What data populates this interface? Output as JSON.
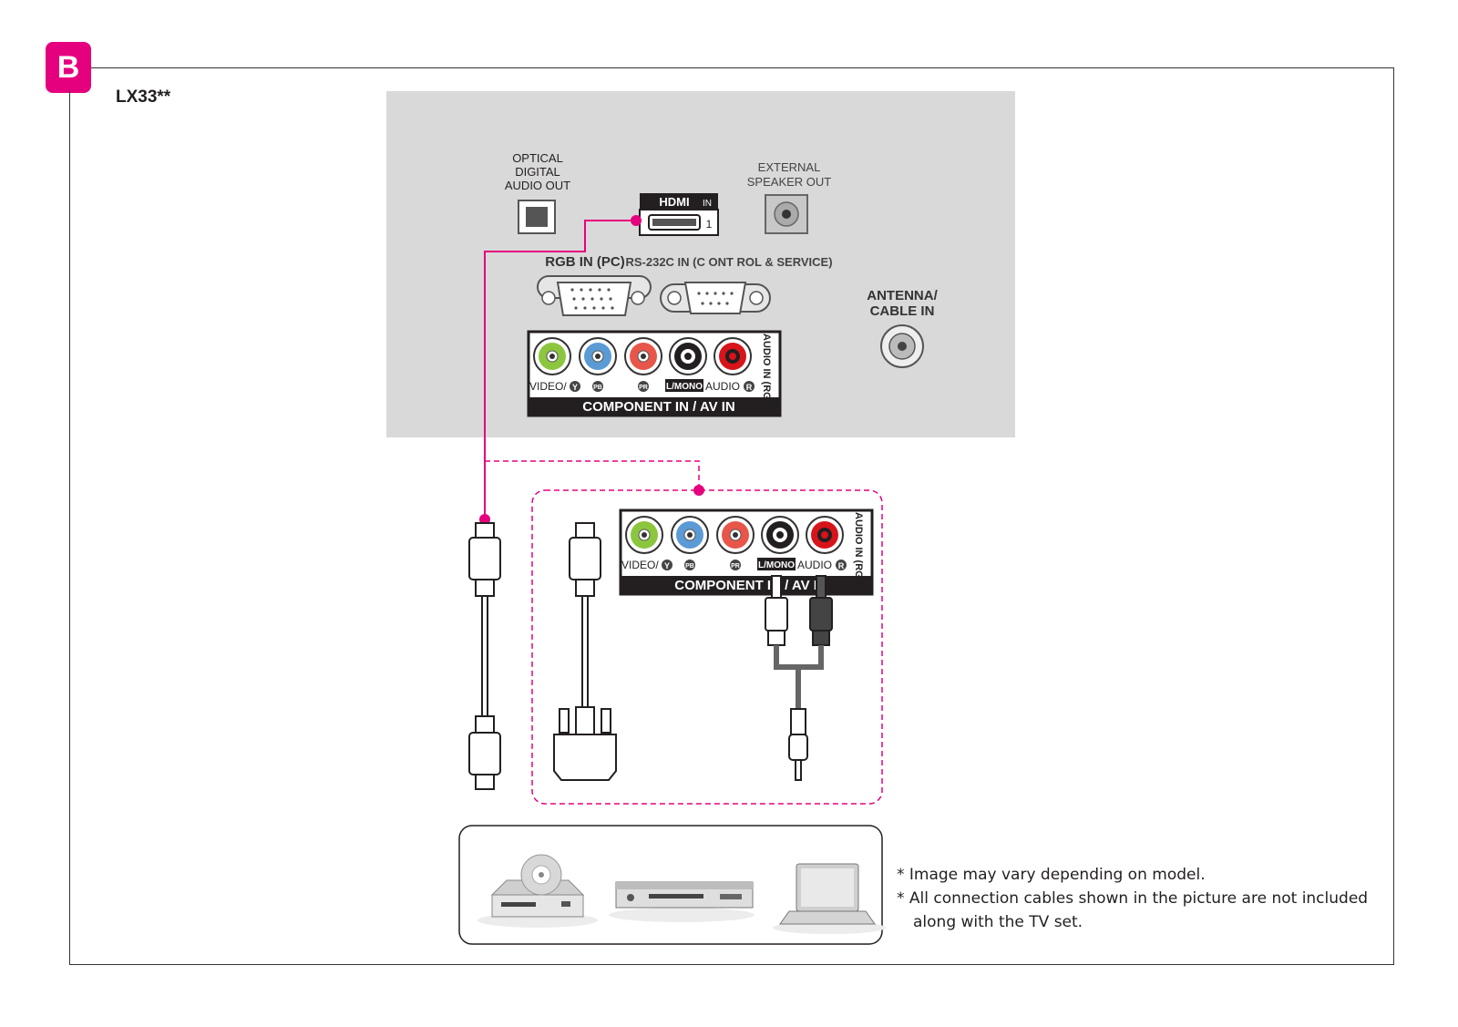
{
  "badge": "B",
  "model": "LX33**",
  "panel": {
    "optical_label": [
      "OPTICAL",
      "DIGITAL",
      "AUDIO OUT"
    ],
    "hdmi_logo": "HDMI",
    "hdmi_in": "IN",
    "hdmi_port_number": "1",
    "speaker_label": [
      "EXTERNAL",
      "SPEAKER OUT"
    ],
    "rgb_label": "RGB IN (PC)",
    "rs232_label": "RS-232C IN (C ONT ROL & SERVICE)",
    "antenna_label": [
      "ANTENNA/",
      "CABLE IN"
    ],
    "component_video": "VIDEO/",
    "component_y": "Y",
    "component_pb": "PB",
    "component_pr": "PR",
    "component_lmono": "L/MONO",
    "component_audio": "AUDIO",
    "component_r": "R",
    "component_audio_rgb": "AUDIO IN (RGB)",
    "component_bar": "COMPONENT IN / AV IN"
  },
  "detail": {
    "component_video": "VIDEO/",
    "component_y": "Y",
    "component_pb": "PB",
    "component_pr": "PR",
    "component_lmono": "L/MONO",
    "component_audio": "AUDIO",
    "component_r": "R",
    "component_audio_rgb": "AUDIO IN (RGB)",
    "component_bar": "COMPONENT IN / AV IN"
  },
  "notes": [
    "* Image may vary depending on model.",
    "* All connection cables shown in the picture are not included",
    "along with the TV set."
  ],
  "colors": {
    "accent": "#e5007e",
    "panel_bg": "#d9d9d9",
    "jack_green": "#8cc63f",
    "jack_blue": "#5b9bd5",
    "jack_red_light": "#e8564a",
    "jack_red": "#d7141a"
  }
}
